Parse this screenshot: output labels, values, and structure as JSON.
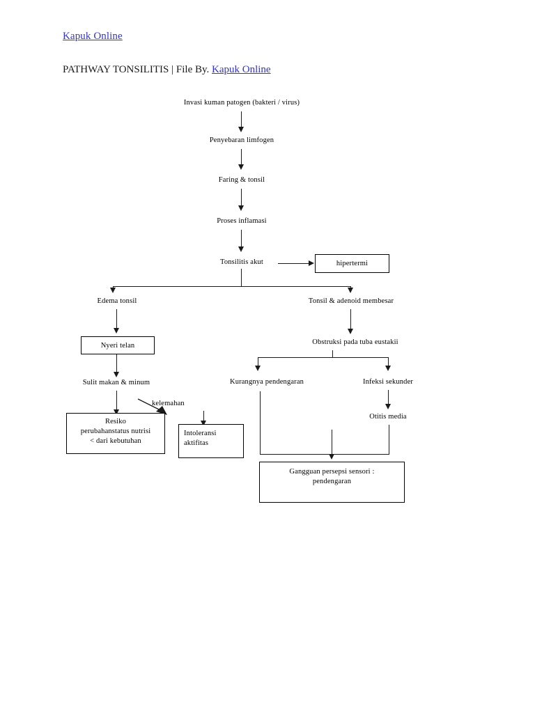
{
  "header": {
    "top_link": "Kapuk Online",
    "title_prefix": "PATHWAY TONSILITIS | File By.",
    "title_link": "Kapuk Online"
  },
  "chart_data": {
    "type": "diagram",
    "title": "PATHWAY TONSILITIS",
    "nodes": [
      {
        "id": "n1",
        "label": "Invasi kuman patogen (bakteri / virus)",
        "shape": "plain"
      },
      {
        "id": "n2",
        "label": "Penyebaran limfogen",
        "shape": "plain"
      },
      {
        "id": "n3",
        "label": "Faring & tonsil",
        "shape": "plain"
      },
      {
        "id": "n4",
        "label": "Proses inflamasi",
        "shape": "plain"
      },
      {
        "id": "n5",
        "label": "Tonsilitis akut",
        "shape": "plain"
      },
      {
        "id": "n6",
        "label": "hipertermi",
        "shape": "box"
      },
      {
        "id": "n7",
        "label": "Edema tonsil",
        "shape": "plain"
      },
      {
        "id": "n8",
        "label": "Tonsil & adenoid membesar",
        "shape": "plain"
      },
      {
        "id": "n9",
        "label": "Nyeri telan",
        "shape": "box"
      },
      {
        "id": "n10",
        "label": "Obstruksi pada tuba eustakii",
        "shape": "plain"
      },
      {
        "id": "n11",
        "label": "Sulit makan  & minum",
        "shape": "plain"
      },
      {
        "id": "n12",
        "label": "Kurangnya pendengaran",
        "shape": "plain"
      },
      {
        "id": "n13",
        "label": "Infeksi sekunder",
        "shape": "plain"
      },
      {
        "id": "n14",
        "label": "kelemahan",
        "shape": "plain"
      },
      {
        "id": "n15",
        "label": "Otitis media",
        "shape": "plain"
      },
      {
        "id": "n16",
        "label": "Resiko\nperubahanstatus nutrisi\n< dari kebutuhan",
        "shape": "box"
      },
      {
        "id": "n17",
        "label": "Intoleransi\naktifitas",
        "shape": "box"
      },
      {
        "id": "n18",
        "label": "Gangguan persepsi sensori :\npendengaran",
        "shape": "box"
      }
    ],
    "edges": [
      {
        "from": "n1",
        "to": "n2"
      },
      {
        "from": "n2",
        "to": "n3"
      },
      {
        "from": "n3",
        "to": "n4"
      },
      {
        "from": "n4",
        "to": "n5"
      },
      {
        "from": "n5",
        "to": "n6"
      },
      {
        "from": "n5",
        "to": "n7"
      },
      {
        "from": "n5",
        "to": "n8"
      },
      {
        "from": "n7",
        "to": "n9"
      },
      {
        "from": "n9",
        "to": "n11"
      },
      {
        "from": "n11",
        "to": "n16"
      },
      {
        "from": "n11",
        "to": "n14"
      },
      {
        "from": "n14",
        "to": "n17"
      },
      {
        "from": "n8",
        "to": "n10"
      },
      {
        "from": "n10",
        "to": "n12"
      },
      {
        "from": "n10",
        "to": "n13"
      },
      {
        "from": "n13",
        "to": "n15"
      },
      {
        "from": "n12",
        "to": "n18"
      },
      {
        "from": "n15",
        "to": "n18"
      }
    ]
  },
  "nodes": {
    "n1": {
      "label": "Invasi kuman patogen (bakteri / virus)"
    },
    "n2": {
      "label": "Penyebaran limfogen"
    },
    "n3": {
      "label": "Faring & tonsil"
    },
    "n4": {
      "label": "Proses inflamasi"
    },
    "n5": {
      "label": "Tonsilitis akut"
    },
    "n6": {
      "label": "hipertermi"
    },
    "n7": {
      "label": "Edema tonsil"
    },
    "n8": {
      "label": "Tonsil & adenoid membesar"
    },
    "n9": {
      "label": "Nyeri telan"
    },
    "n10": {
      "label": "Obstruksi pada tuba eustakii"
    },
    "n11": {
      "label": "Sulit makan  & minum"
    },
    "n12": {
      "label": "Kurangnya pendengaran"
    },
    "n13": {
      "label": "Infeksi sekunder"
    },
    "n14": {
      "label": "kelemahan"
    },
    "n15": {
      "label": "Otitis media"
    },
    "n16": {
      "line1": "Resiko",
      "line2": "perubahanstatus nutrisi",
      "line3": "< dari kebutuhan"
    },
    "n17": {
      "line1": "Intoleransi",
      "line2": "aktifitas"
    },
    "n18": {
      "line1": "Gangguan persepsi sensori :",
      "line2": "pendengaran"
    }
  },
  "colors": {
    "link": "#3333cc",
    "text": "#000000",
    "stroke": "#1a1a1a",
    "background": "#ffffff"
  }
}
